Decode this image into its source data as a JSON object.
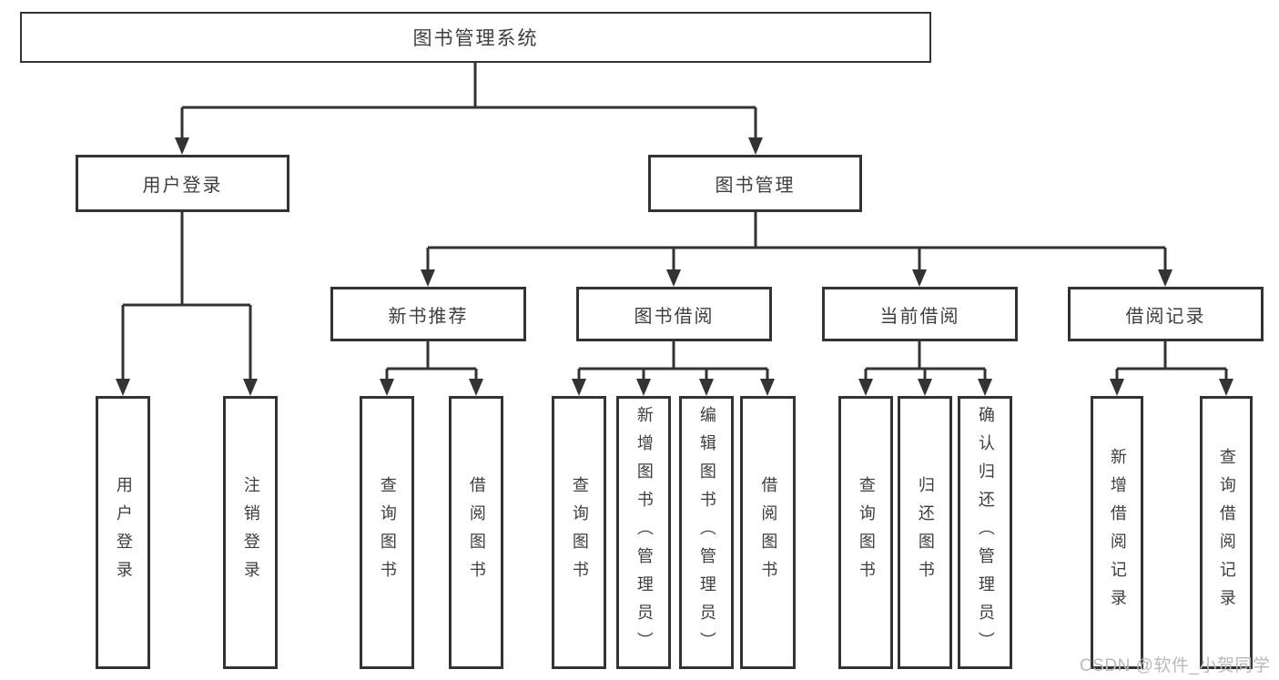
{
  "tree": {
    "label": "图书管理系统",
    "children": [
      {
        "label": "用户登录",
        "children": [
          {
            "label": "用户登录"
          },
          {
            "label": "注销登录"
          }
        ]
      },
      {
        "label": "图书管理",
        "children": [
          {
            "label": "新书推荐",
            "children": [
              {
                "label": "查询图书"
              },
              {
                "label": "借阅图书"
              }
            ]
          },
          {
            "label": "图书借阅",
            "children": [
              {
                "label": "查询图书"
              },
              {
                "label": "新增图书（管理员）"
              },
              {
                "label": "编辑图书（管理员）"
              },
              {
                "label": "借阅图书"
              }
            ]
          },
          {
            "label": "当前借阅",
            "children": [
              {
                "label": "查询图书"
              },
              {
                "label": "归还图书"
              },
              {
                "label": "确认归还（管理员）"
              }
            ]
          },
          {
            "label": "借阅记录",
            "children": [
              {
                "label": "新增借阅记录"
              },
              {
                "label": "查询借阅记录"
              }
            ]
          }
        ]
      }
    ]
  },
  "watermark": "CSDN @软件_小贺同学",
  "colors": {
    "line": "#333333",
    "text": "#3e3e3e",
    "watermark": "#b6babe",
    "background": "#ffffff"
  }
}
